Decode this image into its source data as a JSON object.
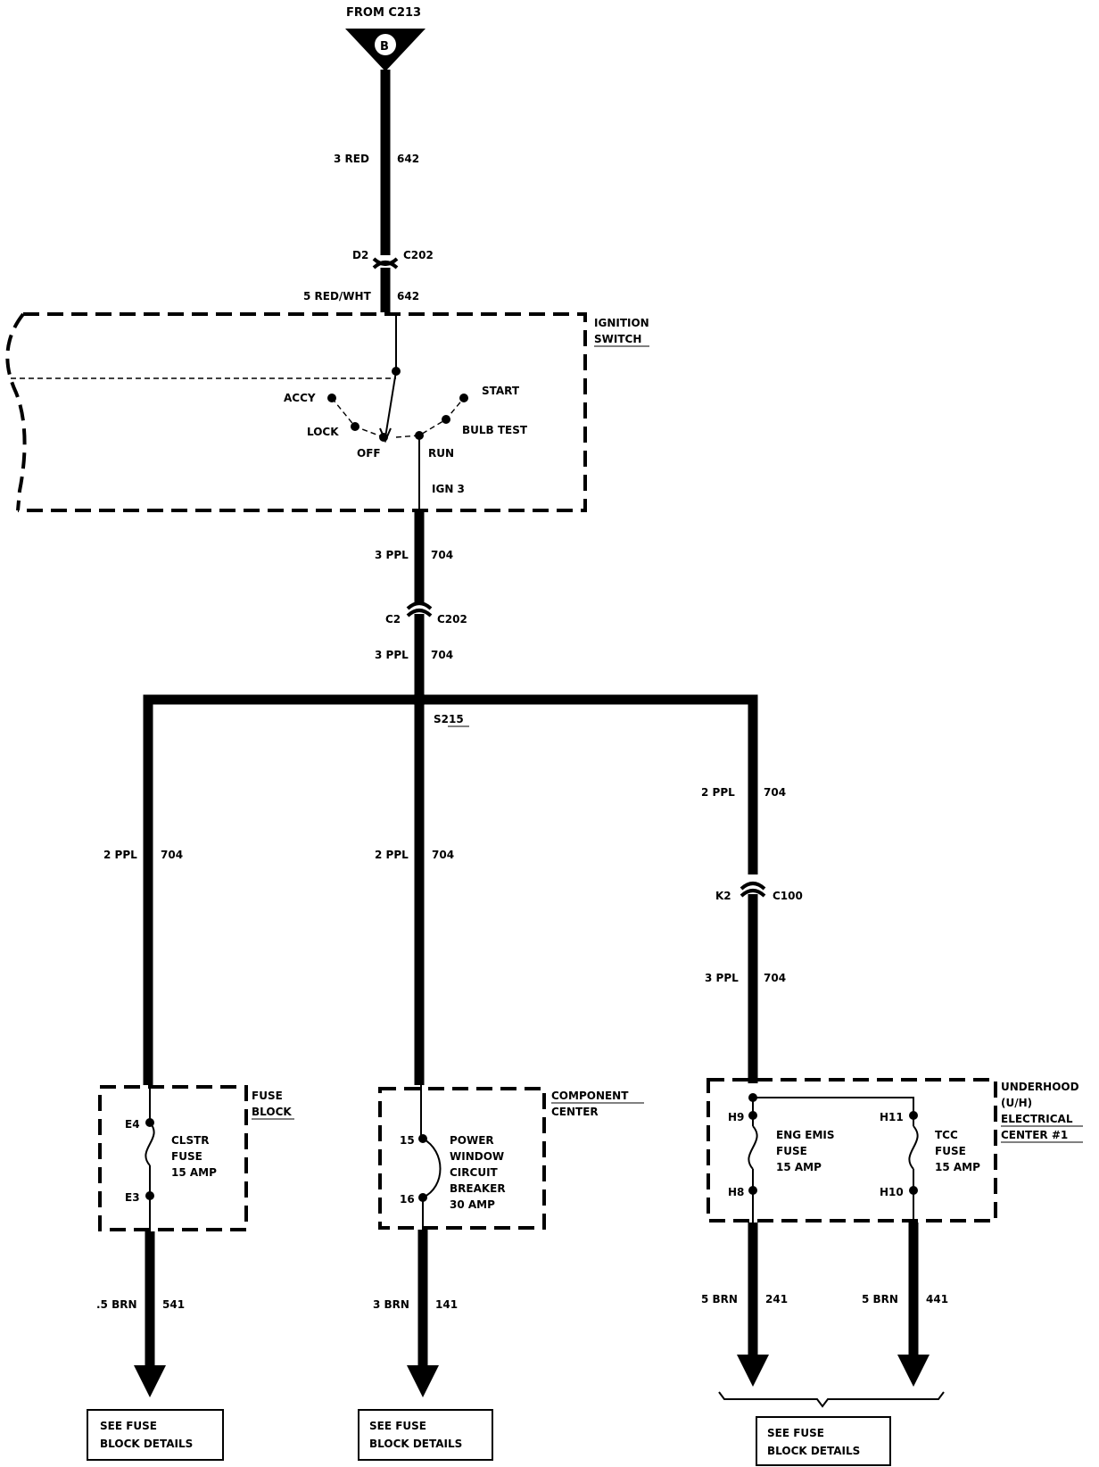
{
  "source": {
    "from": "FROM C213",
    "symbol": "B"
  },
  "wires": {
    "w1_gauge": "3 RED",
    "w1_circuit": "642",
    "w2_gauge": "5 RED/WHT",
    "w2_circuit": "642",
    "w3_gauge": "3 PPL",
    "w3_circuit": "704",
    "w4_gauge": "3 PPL",
    "w4_circuit": "704",
    "left_gauge": "2 PPL",
    "left_circuit": "704",
    "mid_gauge": "2 PPL",
    "mid_circuit": "704",
    "right_gauge": "2 PPL",
    "right_circuit": "704",
    "right2_gauge": "3 PPL",
    "right2_circuit": "704",
    "out1_gauge": ".5 BRN",
    "out1_circuit": "541",
    "out2_gauge": "3 BRN",
    "out2_circuit": "141",
    "out3_gauge": "5 BRN",
    "out3_circuit": "241",
    "out4_gauge": "5 BRN",
    "out4_circuit": "441"
  },
  "connectors": {
    "c1_pin": "D2",
    "c1_name": "C202",
    "c2_pin": "C2",
    "c2_name": "C202",
    "c3_pin": "K2",
    "c3_name": "C100"
  },
  "splice": "S215",
  "ignition": {
    "title1": "IGNITION",
    "title2": "SWITCH",
    "accy": "ACCY",
    "lock": "LOCK",
    "off": "OFF",
    "run": "RUN",
    "start": "START",
    "bulb_test": "BULB TEST",
    "output": "IGN 3"
  },
  "fuse_block": {
    "title1": "FUSE",
    "title2": "BLOCK",
    "pin_top": "E4",
    "pin_bottom": "E3",
    "fuse1": "CLSTR",
    "fuse2": "FUSE",
    "fuse3": "15 AMP"
  },
  "component_center": {
    "title1": "COMPONENT",
    "title2": "CENTER",
    "pin_top": "15",
    "pin_bottom": "16",
    "l1": "POWER",
    "l2": "WINDOW",
    "l3": "CIRCUIT",
    "l4": "BREAKER",
    "l5": "30 AMP"
  },
  "underhood": {
    "title1": "UNDERHOOD",
    "title2": "(U/H)",
    "title3": "ELECTRICAL",
    "title4": "CENTER #1",
    "h9": "H9",
    "h8": "H8",
    "h11": "H11",
    "h10": "H10",
    "f1a": "ENG EMIS",
    "f1b": "FUSE",
    "f1c": "15 AMP",
    "f2a": "TCC",
    "f2b": "FUSE",
    "f2c": "15 AMP"
  },
  "details": {
    "box1_l1": "SEE FUSE",
    "box1_l2": "BLOCK DETAILS",
    "box2_l1": "SEE FUSE",
    "box2_l2": "BLOCK DETAILS",
    "box3_l1": "SEE FUSE",
    "box3_l2": "BLOCK DETAILS"
  }
}
